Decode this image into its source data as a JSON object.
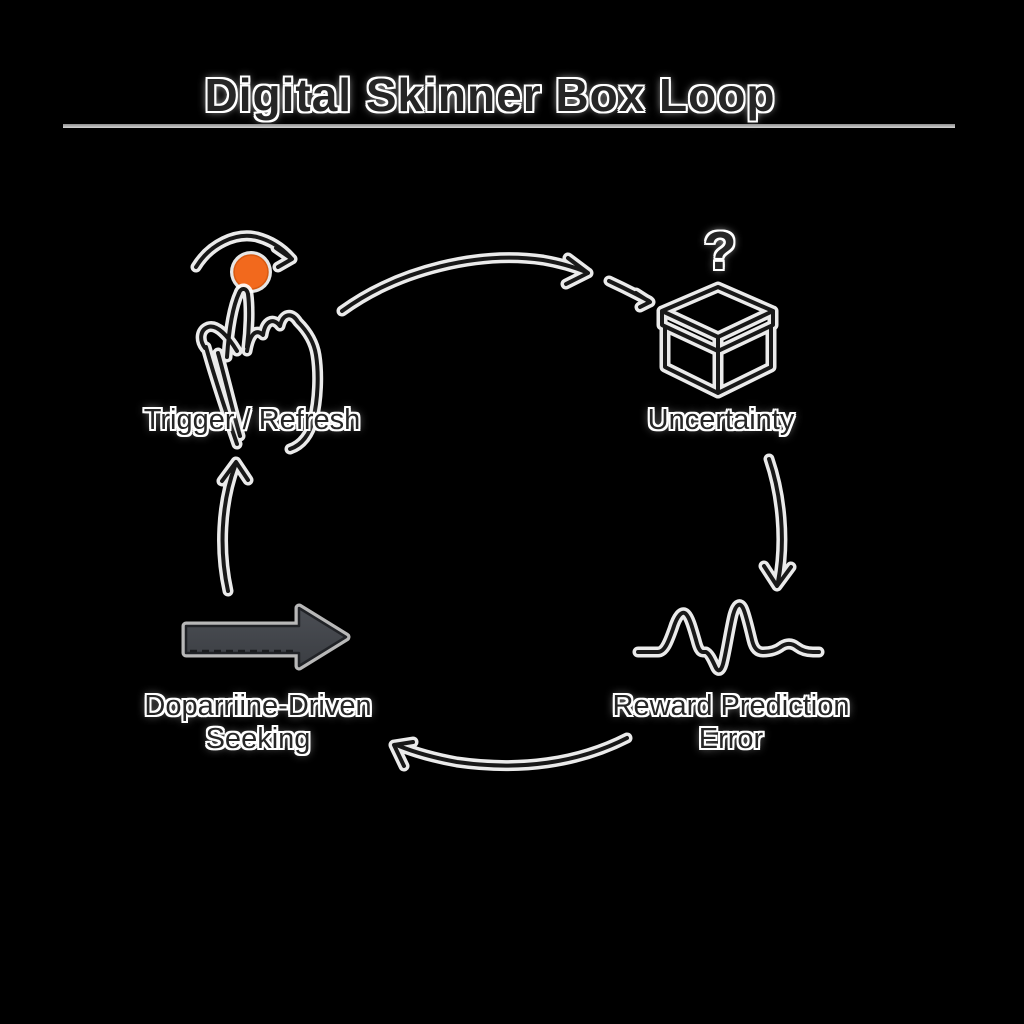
{
  "title": "Digital Skinner Box Loop",
  "nodes": {
    "trigger": {
      "label": "Trigger / Refresh",
      "icon": "tap-hand-icon"
    },
    "uncertainty": {
      "label": "Uncertainty",
      "glyph": "?",
      "icon": "mystery-box-icon"
    },
    "reward": {
      "line1": "Reward Prediction",
      "line2": "Error",
      "icon": "spike-waveform-icon"
    },
    "dopamine": {
      "line1": "Doparriine-Driven",
      "line2": "Seeking",
      "icon": "solid-right-arrow-icon"
    }
  },
  "cycle": {
    "order": [
      "Trigger / Refresh",
      "Uncertainty",
      "Reward Prediction Error",
      "Doparriine-Driven Seeking"
    ]
  },
  "colors": {
    "background": "#000000",
    "ink": "#191919",
    "halo": "#ffffff",
    "accent_orange": "#f2691d",
    "arrow_fill": "#43464b",
    "separator": "#b5b5b5"
  }
}
